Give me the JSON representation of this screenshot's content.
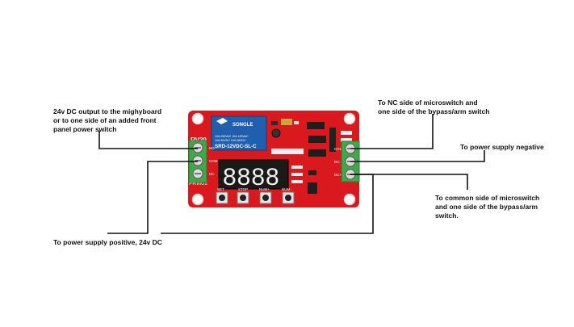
{
  "notes": {
    "top_left": "24v DC output to the mighyboard\nor to one side of an added front\npanel power switch",
    "top_right": "To NC side of microswitch and\none side of the bypass/arm switch",
    "right_mid": "To power supply negative",
    "right_bottom": "To common side of microswitch\nand one side of the bypass/arm\nswitch.",
    "bottom_left": "To power supply positive, 24v DC"
  },
  "board": {
    "model_tl": "RV20",
    "model_bl": "FRM01",
    "relay_brand": "SONGLE",
    "relay_rating_1": "10A 250VAC  10A 125VAC",
    "relay_rating_2": "10A 30VDC   10A 28VDC",
    "relay_part": "SRD-12VDC-SL-C",
    "display_digits": "8888",
    "left_terminal_labels": [
      "NO",
      "COM",
      "NC"
    ],
    "right_terminal_labels": [
      "CH1",
      "DC-",
      "DC+"
    ],
    "buttons": [
      "SET",
      "STOP",
      "NUM+",
      "NUM-"
    ]
  },
  "colors": {
    "board": "#d9191d",
    "terminal": "#3fa84a",
    "wire": "#111111"
  }
}
